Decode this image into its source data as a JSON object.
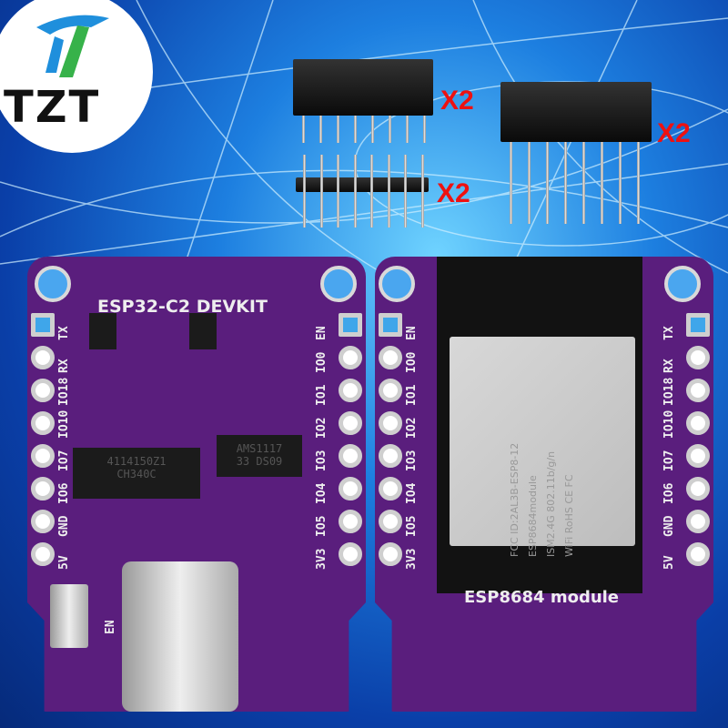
{
  "brand": {
    "logo_text": "TZT"
  },
  "accessories": {
    "female_header_short_qty": "X2",
    "male_header_qty": "X2",
    "female_header_long_qty": "X2"
  },
  "left_board": {
    "title": "ESP32-C2 DEVKIT",
    "left_pins": [
      "TX",
      "RX",
      "IO18",
      "IO10",
      "IO7",
      "IO6",
      "GND",
      "5V"
    ],
    "right_pins": [
      "EN",
      "IO0",
      "IO1",
      "IO2",
      "IO3",
      "IO4",
      "IO5",
      "3V3"
    ],
    "switch_label": "EN",
    "usb_chip": "CH340C",
    "usb_chip_code": "4114150Z1",
    "regulator": "AMS1117",
    "regulator_line2": "33   DS09"
  },
  "right_board": {
    "title": "ESP8684 module",
    "left_pins": [
      "EN",
      "IO0",
      "IO1",
      "IO2",
      "IO3",
      "IO4",
      "IO5",
      "3V3"
    ],
    "right_pins": [
      "TX",
      "RX",
      "IO18",
      "IO10",
      "IO7",
      "IO6",
      "GND",
      "5V"
    ],
    "module_text": [
      "FCC ID:2AL3B-ESP8-12",
      "ESP8684module",
      "ISM2.4G 802.11b/g/n"
    ],
    "marks": [
      "WiFi",
      "RoHS",
      "CE",
      "FC"
    ]
  },
  "colors": {
    "pcb": "#5a1e7d",
    "qty_text": "#ee1111",
    "background": "#1d7fe0"
  }
}
